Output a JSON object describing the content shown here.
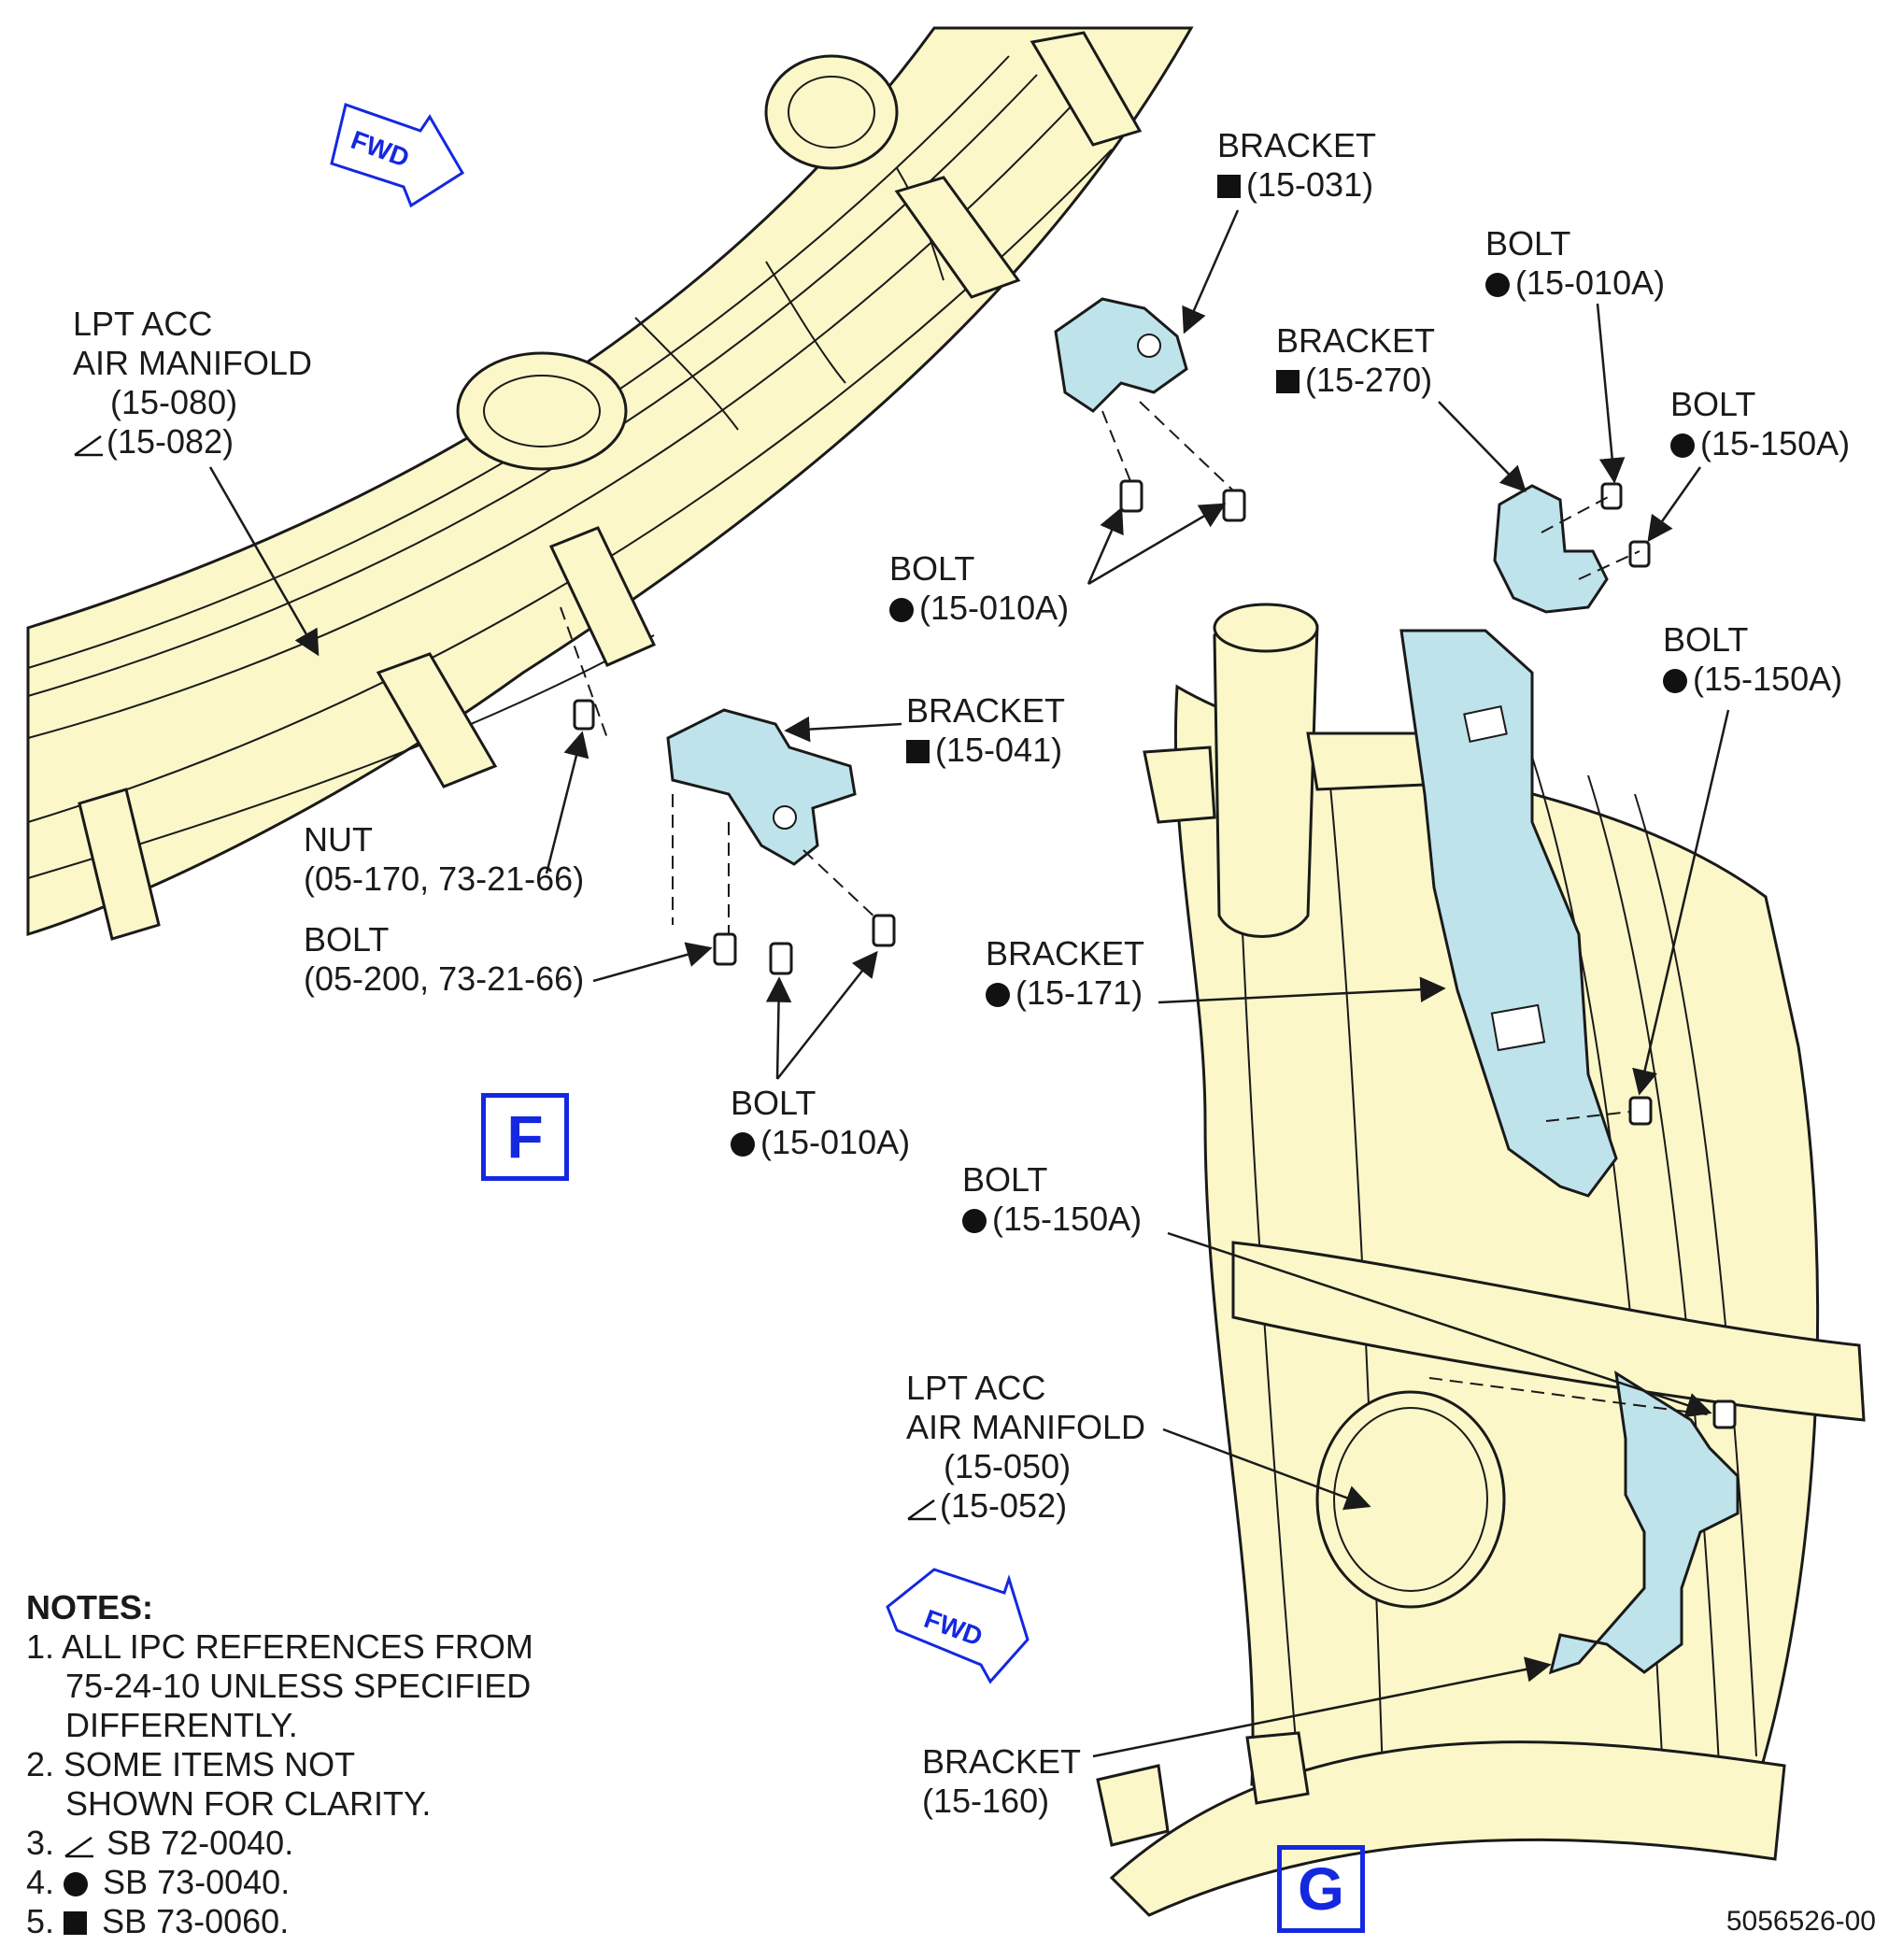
{
  "labels": {
    "lpt_manifold_f": {
      "lines": [
        "LPT ACC",
        "AIR MANIFOLD",
        "(15-080)",
        "(15-082)"
      ]
    },
    "bracket_031": {
      "name": "BRACKET",
      "ref": "(15-031)"
    },
    "bolt_010a_top": {
      "name": "BOLT",
      "ref": "(15-010A)"
    },
    "bracket_270": {
      "name": "BRACKET",
      "ref": "(15-270)"
    },
    "bolt_150a_top": {
      "name": "BOLT",
      "ref": "(15-150A)"
    },
    "bolt_010a_mid": {
      "name": "BOLT",
      "ref": "(15-010A)"
    },
    "bolt_150a_mid": {
      "name": "BOLT",
      "ref": "(15-150A)"
    },
    "bracket_041": {
      "name": "BRACKET",
      "ref": "(15-041)"
    },
    "nut_05170": {
      "name": "NUT",
      "ref": "(05-170, 73-21-66)"
    },
    "bolt_05200": {
      "name": "BOLT",
      "ref": "(05-200, 73-21-66)"
    },
    "bracket_171": {
      "name": "BRACKET",
      "ref": "(15-171)"
    },
    "bolt_010a_low": {
      "name": "BOLT",
      "ref": "(15-010A)"
    },
    "bolt_150a_low": {
      "name": "BOLT",
      "ref": "(15-150A)"
    },
    "lpt_manifold_g": {
      "lines": [
        "LPT ACC",
        "AIR MANIFOLD",
        "(15-050)",
        "(15-052)"
      ]
    },
    "bracket_160": {
      "name": "BRACKET",
      "ref": "(15-160)"
    }
  },
  "views": {
    "f": "F",
    "g": "G"
  },
  "fwd": "FWD",
  "notes": {
    "title": "NOTES:",
    "items": [
      {
        "num": "1.",
        "lines": [
          "ALL IPC REFERENCES FROM",
          "75-24-10 UNLESS SPECIFIED",
          "DIFFERENTLY."
        ]
      },
      {
        "num": "2.",
        "lines": [
          "SOME ITEMS NOT",
          "SHOWN FOR CLARITY."
        ]
      },
      {
        "num": "3.",
        "symbol": "triangle-icon",
        "text": "SB 72-0040."
      },
      {
        "num": "4.",
        "symbol": "circle-icon",
        "text": "SB 73-0040."
      },
      {
        "num": "5.",
        "symbol": "square-icon",
        "text": "SB 73-0060."
      }
    ]
  },
  "figure_id": "5056526-00",
  "colors": {
    "manifold": "#fbf7c8",
    "bracket": "#bfe3ea",
    "view_label": "#1428e0",
    "line": "#1a1a1a"
  }
}
